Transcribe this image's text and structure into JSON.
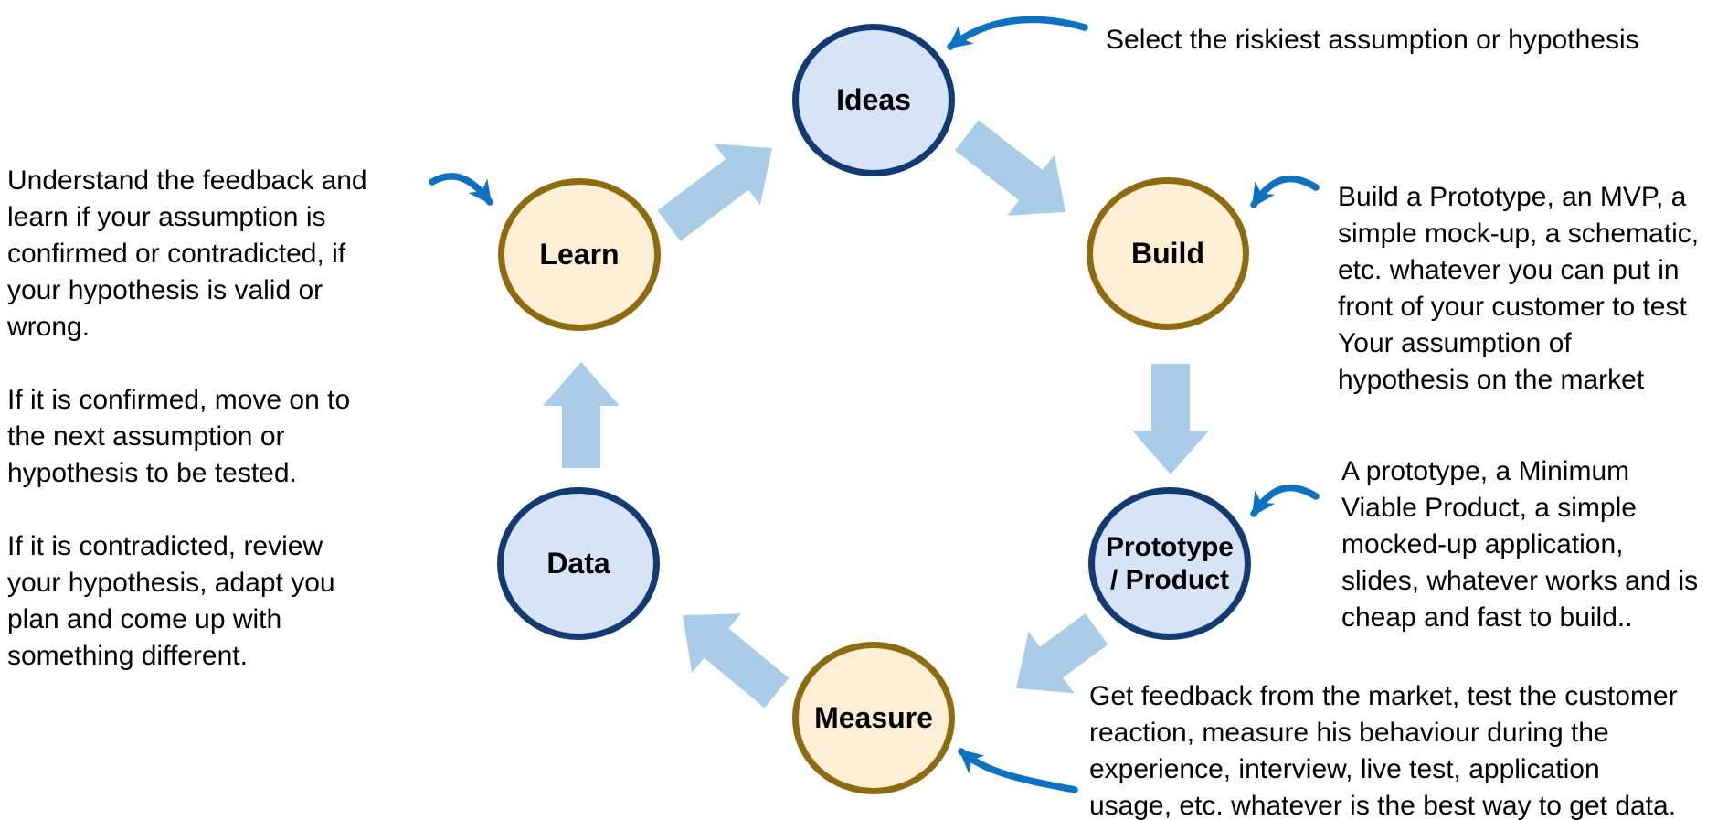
{
  "colors": {
    "background": "#FFFFFF",
    "text": "#000000",
    "circle_blue_fill": "#D7E3F7",
    "circle_blue_border": "#123A73",
    "circle_tan_fill": "#FCEFD6",
    "circle_tan_border": "#8F6B10",
    "block_arrow": "#A9CDE9",
    "callout_arrow": "#0E72C2"
  },
  "nodes": [
    {
      "id": "ideas",
      "label": "Ideas",
      "style": "blue"
    },
    {
      "id": "build",
      "label": "Build",
      "style": "tan"
    },
    {
      "id": "prototype",
      "label": "Prototype\n/ Product",
      "style": "blue"
    },
    {
      "id": "measure",
      "label": "Measure",
      "style": "tan"
    },
    {
      "id": "data",
      "label": "Data",
      "style": "blue"
    },
    {
      "id": "learn",
      "label": "Learn",
      "style": "tan"
    }
  ],
  "annotations": {
    "ideas": "Select the riskiest assumption or hypothesis",
    "build": "Build a Prototype, an MVP, a\nsimple mock-up, a schematic,\netc. whatever you can put in\nfront of your customer to test\nYour assumption of\nhypothesis on the market",
    "prototype": "A prototype, a Minimum\nViable Product, a simple\nmocked-up application,\nslides, whatever works and is\ncheap and fast to build..",
    "measure": "Get feedback from the market, test the customer\nreaction, measure his behaviour during the\nexperience, interview, live test, application\nusage, etc. whatever is the best way to get data.",
    "learn": "Understand the feedback and\nlearn if your assumption is\nconfirmed or contradicted, if\nyour hypothesis is valid or\nwrong.\n\nIf it is confirmed, move on to\nthe next assumption or\nhypothesis to be tested.\n\nIf it is contradicted, review\nyour hypothesis, adapt you\nplan and come up with\nsomething different."
  }
}
